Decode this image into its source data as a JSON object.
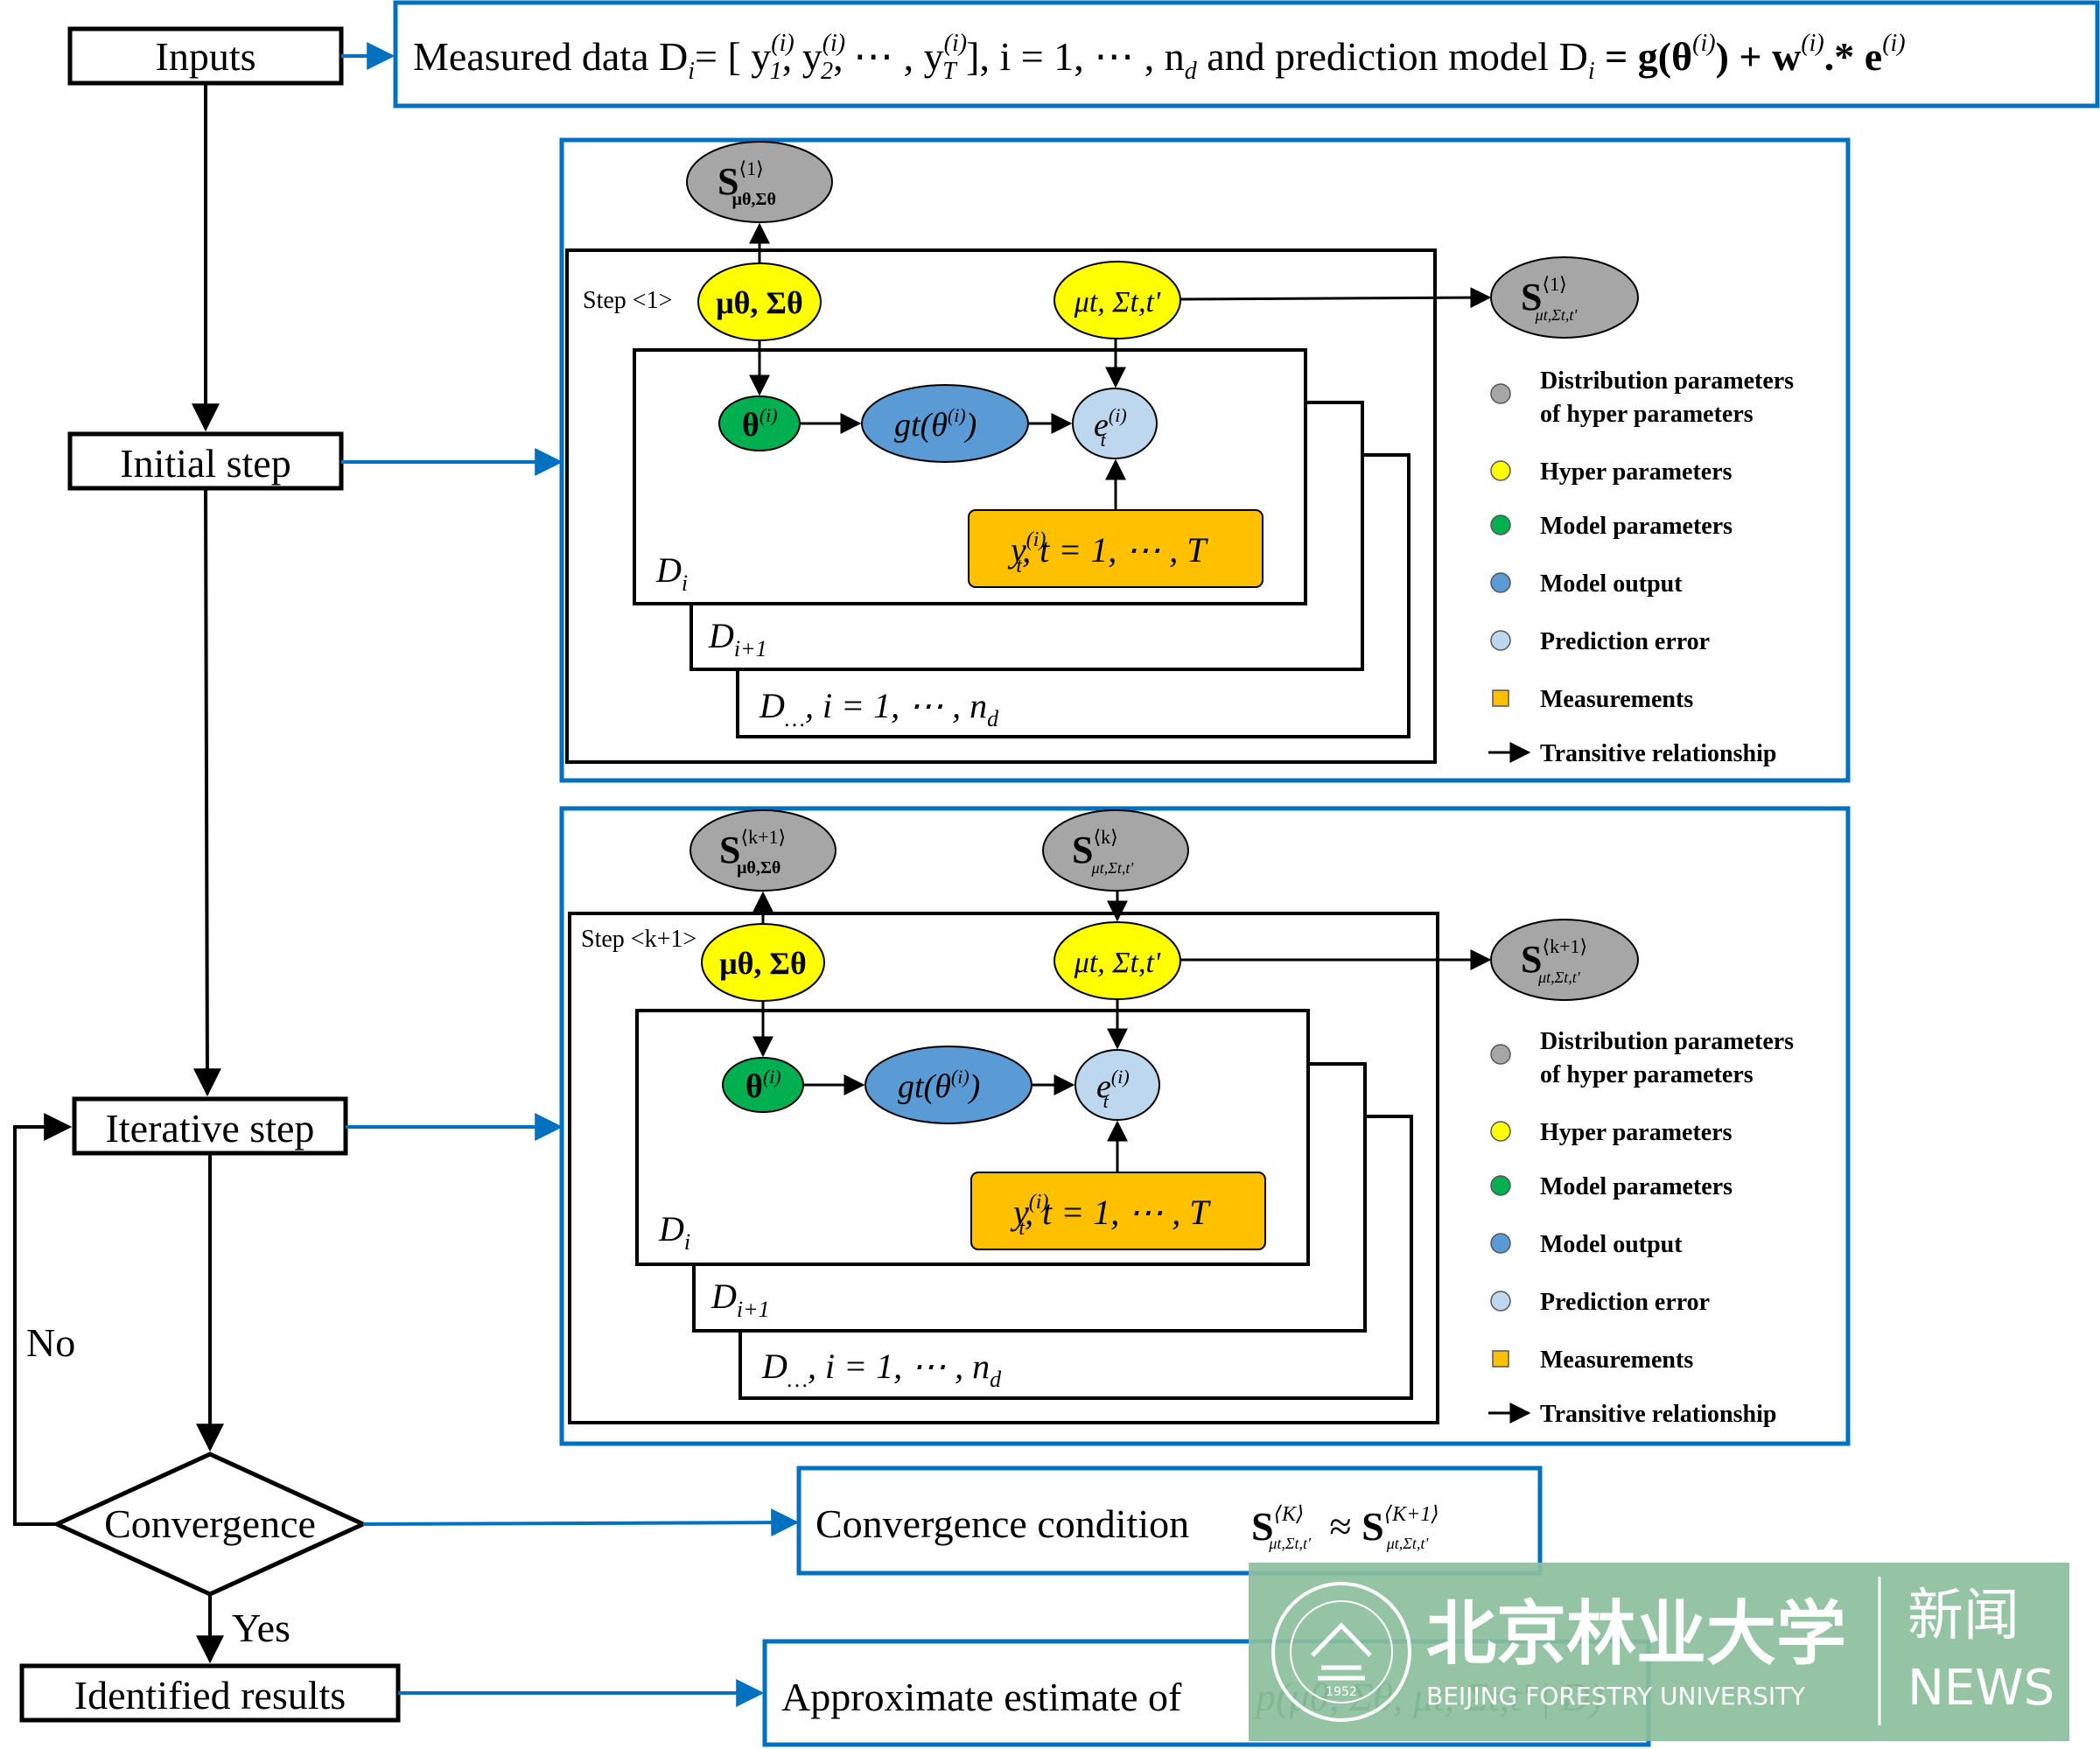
{
  "flow": {
    "inputs": "Inputs",
    "initial": "Initial step",
    "iterative": "Iterative step",
    "convergence": "Convergence",
    "identified": "Identified results",
    "no_label": "No",
    "yes_label": "Yes"
  },
  "boxes": {
    "inputs_text_a": "Measured data D",
    "inputs_text_b": "= [ y",
    "inputs_text_c": ", y",
    "inputs_text_d": ", ⋯ , y",
    "inputs_text_e": " ],  i = 1, ⋯ , n",
    "inputs_text_f": " and prediction model D",
    "inputs_text_g": " = g(θ",
    "inputs_text_h": ") + w",
    "inputs_text_i": ".* e",
    "sup_i": "(i)",
    "sub_i": "i",
    "sub_1": "1",
    "sub_2": "2",
    "sub_T": "T",
    "sub_d": "d",
    "convergence_text": "Convergence condition",
    "approx_text": "Approximate estimate of"
  },
  "panel1": {
    "step": "Step <1>",
    "top_node": "S",
    "top_sup": "⟨1⟩",
    "top_sub": "μθ,Σθ",
    "right_node": "S",
    "right_sup": "⟨1⟩",
    "right_sub": "μt,Σt,t'"
  },
  "panel2": {
    "step": "Step <k+1>",
    "top_node": "S",
    "top_sup": "⟨k+1⟩",
    "top_sub": "μθ,Σθ",
    "mid_node": "S",
    "mid_sup": "⟨k⟩",
    "mid_sub": "μt,Σt,t'",
    "right_node": "S",
    "right_sup": "⟨k+1⟩",
    "right_sub": "μt,Σt,t'"
  },
  "nodes": {
    "hyper_left": "μθ, Σθ",
    "hyper_right": "μt, Σt,t'",
    "theta": "θ",
    "theta_sup": "(i)",
    "g_output": "gt(θ",
    "g_sup": "(i)",
    "g_close": ")",
    "error": "e",
    "error_sup": "(i)",
    "error_sub": "t",
    "measure": "y",
    "measure_sup": "(i)",
    "measure_sub": "t",
    "measure_rest": ", t = 1, ⋯ , T",
    "plate_di": "D",
    "plate_di_sub": "i",
    "plate_di1": "D",
    "plate_di1_sub": "i+1",
    "plate_dd": "D",
    "plate_dd_sub": "…",
    "plate_dd_rest": ", i = 1, ⋯ , n",
    "plate_dd_sub2": "d"
  },
  "legend": [
    {
      "label": "Distribution parameters",
      "label2": "of hyper parameters",
      "color": "#a6a6a6",
      "shape": "circle"
    },
    {
      "label": "Hyper parameters",
      "color": "#ffff00",
      "shape": "circle"
    },
    {
      "label": "Model parameters",
      "color": "#00b050",
      "shape": "circle"
    },
    {
      "label": "Model output",
      "color": "#5b9bd5",
      "shape": "circle"
    },
    {
      "label": "Prediction error",
      "color": "#bdd7ee",
      "shape": "circle"
    },
    {
      "label": "Measurements",
      "color": "#ffc000",
      "shape": "square"
    },
    {
      "label": "Transitive relationship",
      "color": "#000000",
      "shape": "arrow"
    }
  ],
  "colors": {
    "box_border": "#0070c0",
    "gray_node": "#a6a6a6",
    "yellow_node": "#ffff00",
    "green_node": "#00b050",
    "blue_node": "#5b9bd5",
    "light_blue_node": "#bdd7ee",
    "orange_node": "#ffc000",
    "watermark_bg": "#8cbf9c"
  },
  "watermark": {
    "cn_name": "北京林业大学",
    "cn_news": "新闻",
    "en_name": "BEIJING FORESTRY UNIVERSITY",
    "en_news": "NEWS",
    "seal_year": "1952"
  }
}
